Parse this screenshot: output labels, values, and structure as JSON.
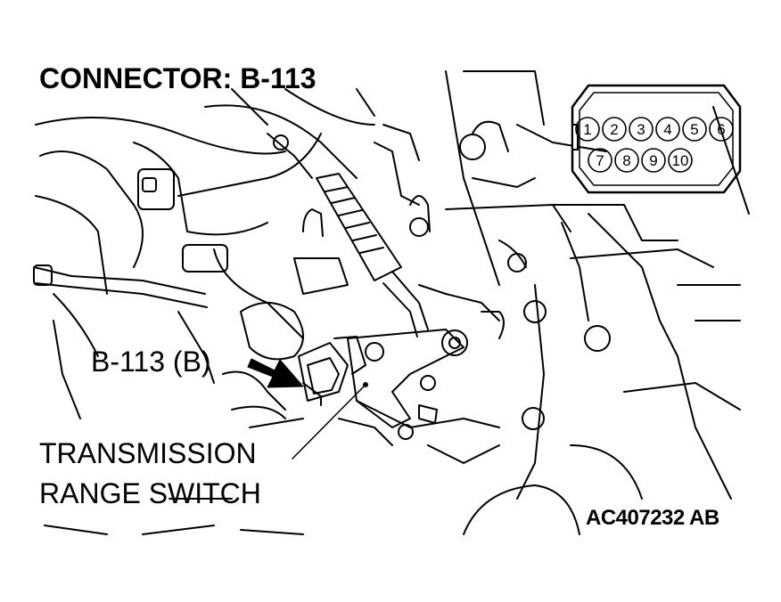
{
  "title": "CONNECTOR: B-113",
  "callouts": {
    "connector_label": "B-113 (B)",
    "switch_label_line1": "TRANSMISSION",
    "switch_label_line2": "RANGE SWITCH"
  },
  "figure_code": "AC407232 AB",
  "connector_pins": {
    "top_row": [
      "1",
      "2",
      "3",
      "4",
      "5",
      "6"
    ],
    "bottom_row": [
      "7",
      "8",
      "9",
      "10"
    ]
  }
}
